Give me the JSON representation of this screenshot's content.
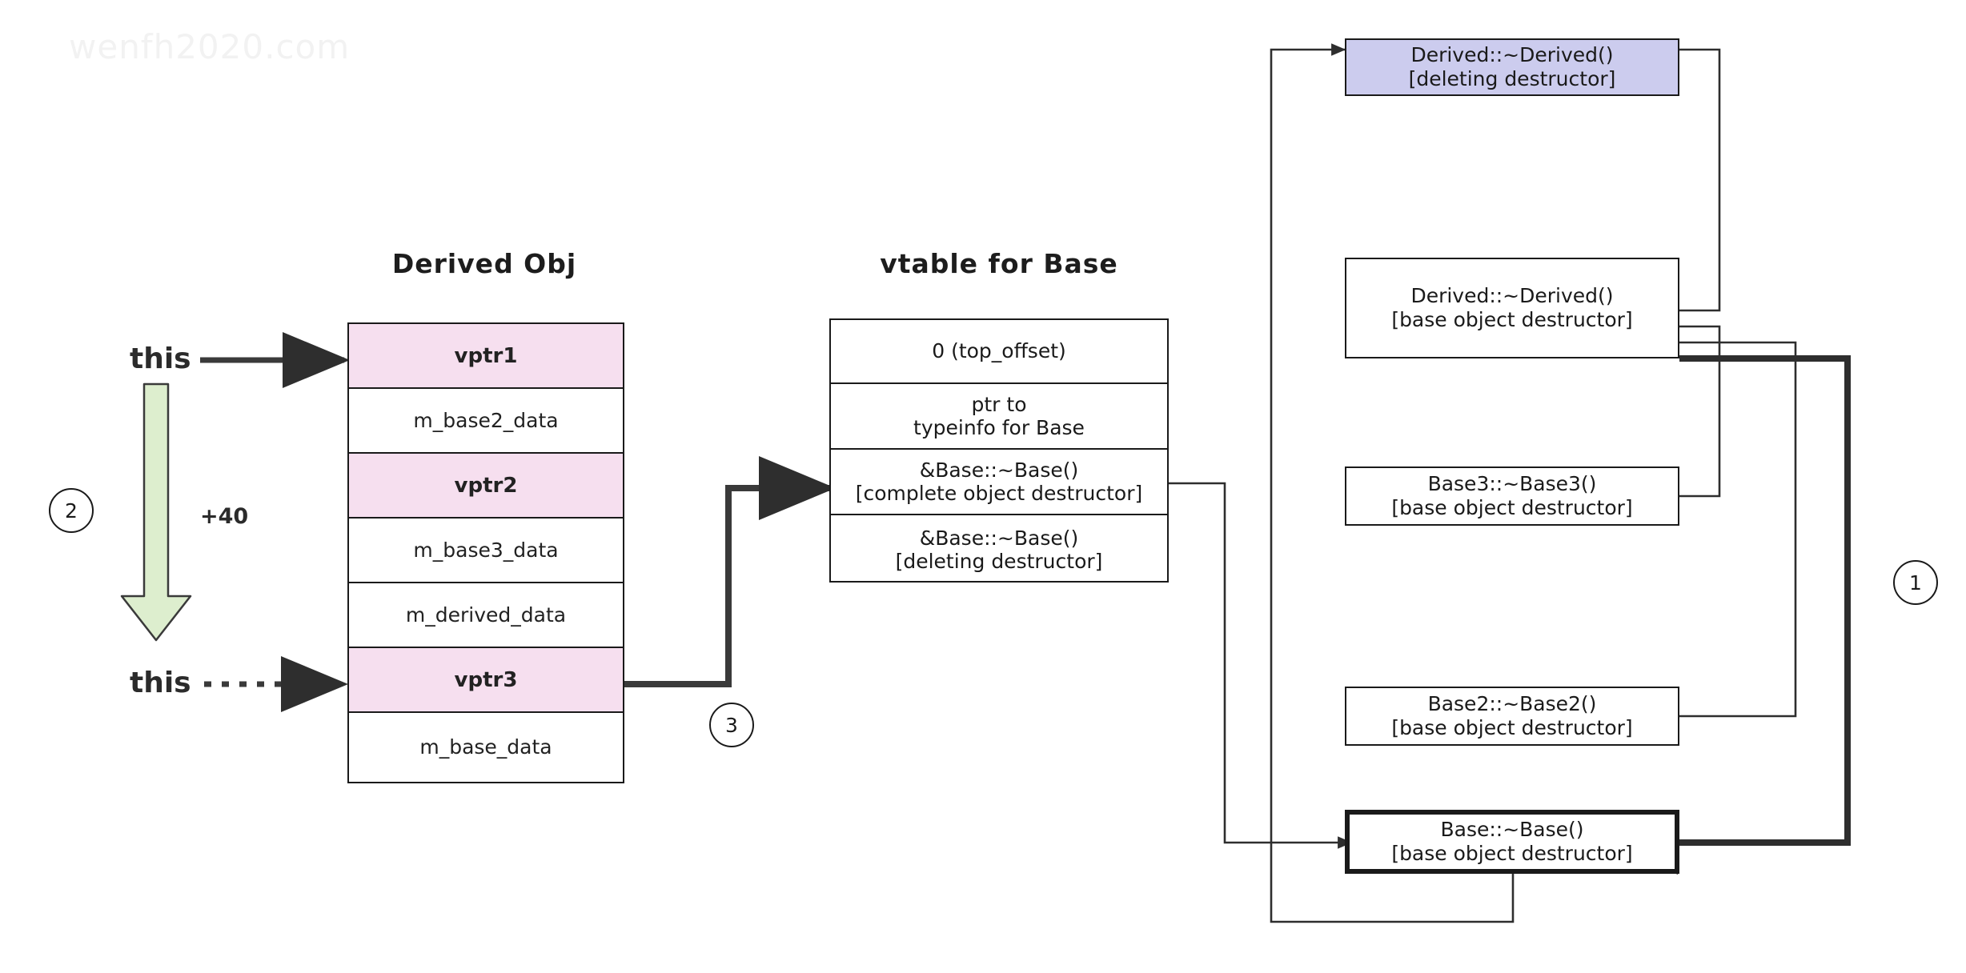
{
  "watermark": "wenfh2020.com",
  "titles": {
    "object": "Derived Obj",
    "vtable": "vtable for Base"
  },
  "pointers": {
    "this_top": "this",
    "this_bottom": "this",
    "offset": "+40"
  },
  "object_layout": {
    "rows": [
      {
        "label": "vptr1",
        "kind": "vptr"
      },
      {
        "label": "m_base2_data",
        "kind": "data"
      },
      {
        "label": "vptr2",
        "kind": "vptr"
      },
      {
        "label": "m_base3_data",
        "kind": "data"
      },
      {
        "label": "m_derived_data",
        "kind": "data"
      },
      {
        "label": "vptr3",
        "kind": "vptr"
      },
      {
        "label": "m_base_data",
        "kind": "data"
      }
    ]
  },
  "vtable_base": {
    "rows": [
      {
        "line1": "0 (top_offset)",
        "line2": ""
      },
      {
        "line1": "ptr to",
        "line2": "typeinfo for Base"
      },
      {
        "line1": "&Base::~Base()",
        "line2": "[complete object destructor]"
      },
      {
        "line1": "&Base::~Base()",
        "line2": "[deleting destructor]"
      }
    ]
  },
  "functions": [
    {
      "name": "Derived::~Derived()",
      "kind": "[deleting destructor]",
      "style": "blue"
    },
    {
      "name": "Derived::~Derived()",
      "kind": "[base object destructor]",
      "style": "plain"
    },
    {
      "name": "Base3::~Base3()",
      "kind": "[base object destructor]",
      "style": "plain"
    },
    {
      "name": "Base2::~Base2()",
      "kind": "[base object destructor]",
      "style": "plain"
    },
    {
      "name": "Base::~Base()",
      "kind": "[base object destructor]",
      "style": "thick"
    }
  ],
  "step_markers": [
    {
      "id": "1",
      "label": "1"
    },
    {
      "id": "2",
      "label": "2"
    },
    {
      "id": "3",
      "label": "3"
    }
  ],
  "colors": {
    "vptr_fill": "#f6dfef",
    "blue_fill": "#ccccee",
    "green_arrow_fill": "#ddeece",
    "stroke": "#1a1a1a",
    "watermark": "#f2f2f2"
  }
}
